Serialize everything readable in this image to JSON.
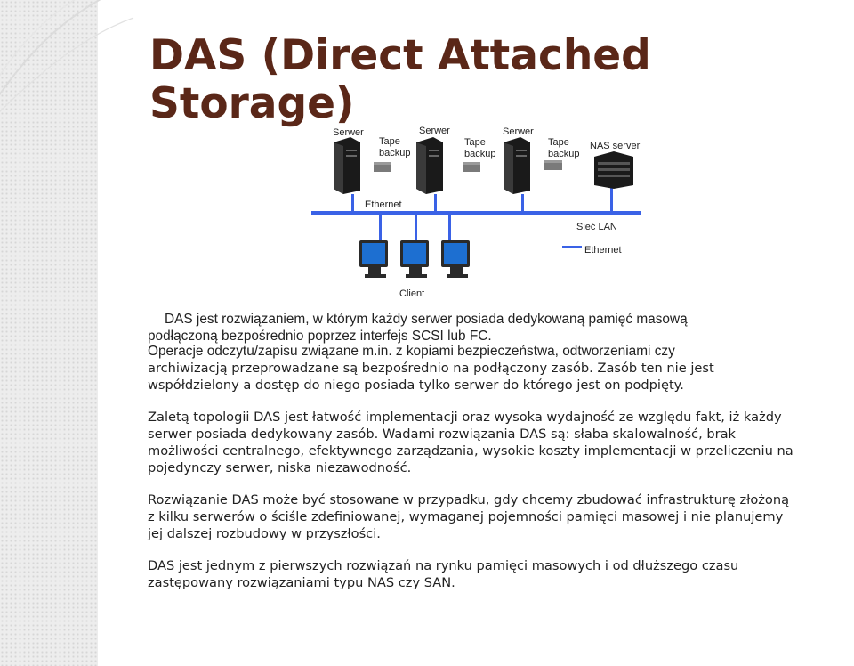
{
  "slide": {
    "title_line1": "DAS (Direct Attached",
    "title_line2": "Storage)"
  },
  "diagram": {
    "servers": [
      "Serwer",
      "Serwer",
      "Serwer"
    ],
    "tape_line1": "Tape",
    "tape_line2": "backup",
    "nas": "NAS server",
    "ethernet": "Ethernet",
    "lan": "Sieć LAN",
    "legend_ethernet": "Ethernet",
    "client": "Client",
    "colors": {
      "network": "#3a62e6",
      "screen": "#1d6fd1",
      "server": "#1a1a1a"
    }
  },
  "text": {
    "p1": [
      "DAS jest rozwiązaniem, w którym każdy serwer posiada dedykowaną pamięć masową",
      "podłączoną bezpośrednio poprzez interfejs SCSI lub FC."
    ],
    "p2": [
      "Operacje odczytu/zapisu związane m.in. z kopiami bezpieczeństwa, odtworzeniami czy",
      "archiwizacją przeprowadzane są bezpośrednio na podłączony zasób. Zasób ten nie jest",
      "współdzielony a dostęp do niego posiada tylko serwer do którego jest on podpięty."
    ],
    "p3": [
      "Zaletą topologii DAS jest łatwość implementacji oraz wysoka wydajność ze względu fakt, iż każdy",
      "serwer posiada dedykowany zasób. Wadami rozwiązania DAS są: słaba skalowalność, brak",
      "możliwości centralnego, efektywnego zarządzania, wysokie koszty implementacji w przeliczeniu na",
      "pojedynczy serwer, niska niezawodność."
    ],
    "p4": [
      "Rozwiązanie DAS może być stosowane w przypadku, gdy chcemy zbudować infrastrukturę złożoną",
      "z kilku serwerów o ściśle zdefiniowanej, wymaganej pojemności pamięci masowej i nie planujemy",
      "jej dalszej rozbudowy w przyszłości."
    ],
    "p5": [
      "DAS jest jednym z pierwszych rozwiązań na rynku pamięci masowych i od dłuższego czasu",
      "zastępowany rozwiązaniami typu NAS czy SAN."
    ]
  }
}
